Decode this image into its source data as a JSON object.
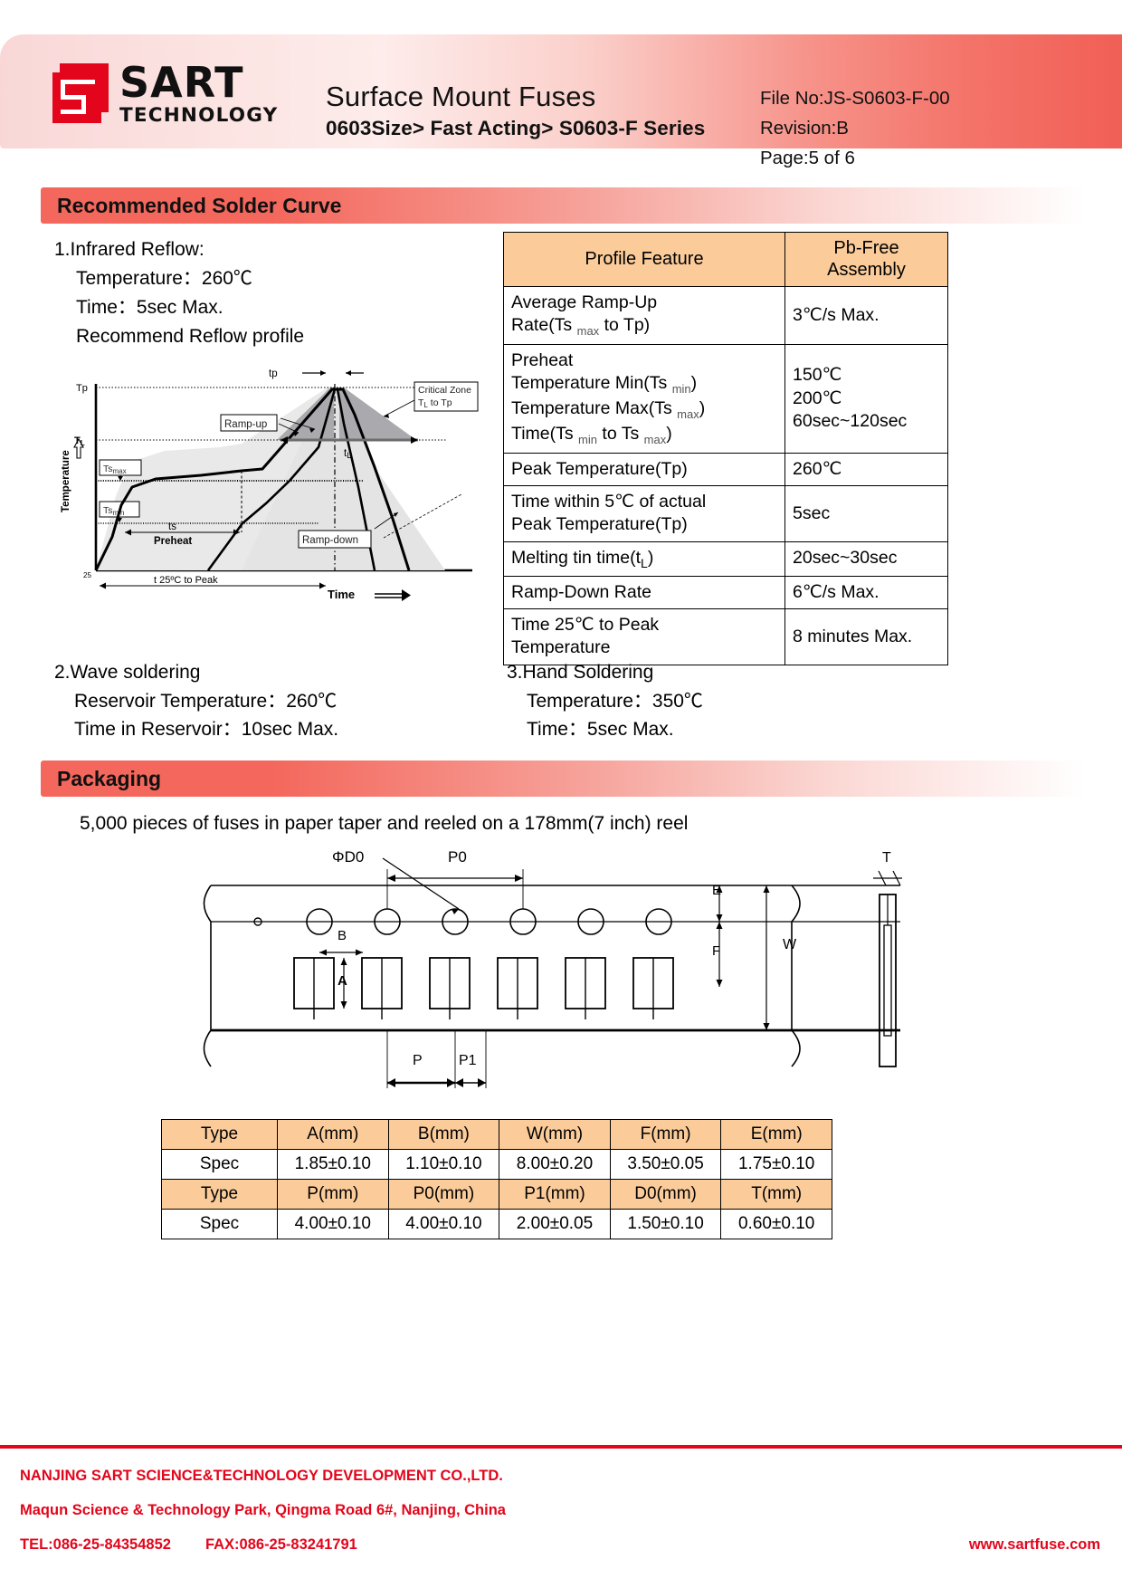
{
  "header": {
    "logo_name": "SART",
    "logo_sub": "TECHNOLOGY",
    "title": "Surface Mount Fuses",
    "subtitle": "0603Size> Fast Acting> S0603-F Series",
    "file_no": "File No:JS-S0603-F-00",
    "revision": "Revision:B",
    "page": "Page:5 of 6"
  },
  "sections": {
    "solder_curve": "Recommended Solder Curve",
    "packaging": "Packaging"
  },
  "reflow": {
    "line1": "1.Infrared Reflow:",
    "line2": "Temperature：260℃",
    "line3": "Time：5sec Max.",
    "line4": "Recommend Reflow profile"
  },
  "wave": {
    "line1": "2.Wave soldering",
    "line2": "Reservoir Temperature：260℃",
    "line3": "Time in Reservoir：10sec Max."
  },
  "hand": {
    "line1": "3.Hand Soldering",
    "line2": "Temperature：350℃",
    "line3": "Time：5sec Max."
  },
  "profile_table": {
    "headers": [
      "Profile Feature",
      "Pb-Free Assembly"
    ],
    "header_col2_line1": "Pb-Free",
    "header_col2_line2": "Assembly",
    "rows": [
      {
        "feature_lines": [
          "Average Ramp-Up",
          "Rate(Ts max to Tp)"
        ],
        "value_lines": [
          "3℃/s Max."
        ]
      },
      {
        "feature_lines": [
          "Preheat",
          "Temperature Min(Ts min)",
          "Temperature Max(Ts max)",
          "Time(Ts min to Ts max)"
        ],
        "value_lines": [
          "150℃",
          "200℃",
          "60sec~120sec"
        ]
      },
      {
        "feature_lines": [
          "Peak Temperature(Tp)"
        ],
        "value_lines": [
          "260℃"
        ]
      },
      {
        "feature_lines": [
          "Time within 5℃ of actual",
          "Peak Temperature(Tp)"
        ],
        "value_lines": [
          "5sec"
        ]
      },
      {
        "feature_lines": [
          "Melting tin time(tL)"
        ],
        "value_lines": [
          "20sec~30sec"
        ]
      },
      {
        "feature_lines": [
          "Ramp-Down Rate"
        ],
        "value_lines": [
          "6℃/s Max."
        ]
      },
      {
        "feature_lines": [
          "Time 25℃ to Peak",
          "Temperature"
        ],
        "value_lines": [
          "8 minutes Max."
        ]
      }
    ]
  },
  "chart_data": {
    "type": "line",
    "title": "Recommend Reflow profile",
    "xlabel": "Time",
    "ylabel": "Temperature",
    "ytick_labels": [
      "Tp",
      "TL"
    ],
    "annotations": [
      "tp",
      "Ramp-up",
      "Ramp-down",
      "Critical Zone",
      "TL to Tp",
      "Tsmax",
      "Tsmin",
      "tL",
      "ts",
      "Preheat",
      "t  25ºC to Peak",
      "Time"
    ],
    "x": [
      0,
      8,
      14,
      30,
      52,
      62,
      74,
      82,
      88,
      100
    ],
    "y": [
      0,
      18,
      40,
      46,
      52,
      72,
      96,
      100,
      60,
      0
    ],
    "series": [
      {
        "name": "reflow-profile",
        "values": [
          0,
          18,
          40,
          46,
          52,
          72,
          96,
          100,
          60,
          0
        ]
      }
    ],
    "grid": false,
    "legend": "none"
  },
  "packaging": {
    "note": "5,000 pieces of fuses in paper taper and reeled on a 178mm(7 inch) reel",
    "diagram_labels": [
      "ΦD0",
      "P0",
      "T",
      "B",
      "A",
      "E",
      "F",
      "W",
      "P",
      "P1"
    ]
  },
  "dim_table_1": {
    "headers": [
      "Type",
      "A(mm)",
      "B(mm)",
      "W(mm)",
      "F(mm)",
      "E(mm)"
    ],
    "row_label": "Spec",
    "values": [
      "1.85±0.10",
      "1.10±0.10",
      "8.00±0.20",
      "3.50±0.05",
      "1.75±0.10"
    ]
  },
  "dim_table_2": {
    "headers": [
      "Type",
      "P(mm)",
      "P0(mm)",
      "P1(mm)",
      "D0(mm)",
      "T(mm)"
    ],
    "row_label": "Spec",
    "values": [
      "4.00±0.10",
      "4.00±0.10",
      "2.00±0.05",
      "1.50±0.10",
      "0.60±0.10"
    ]
  },
  "footer": {
    "line1": "NANJING SART SCIENCE&TECHNOLOGY DEVELOPMENT CO.,LTD.",
    "line2": "Maqun Science & Technology Park, Qingma Road 6#, Nanjing, China",
    "tel": "TEL:086-25-84354852",
    "fax": "FAX:086-25-83241791",
    "web": "www.sartfuse.com"
  },
  "colors": {
    "brand_red": "#e3051b",
    "bar_red": "#f4675c",
    "table_header": "#fbcc9a"
  }
}
